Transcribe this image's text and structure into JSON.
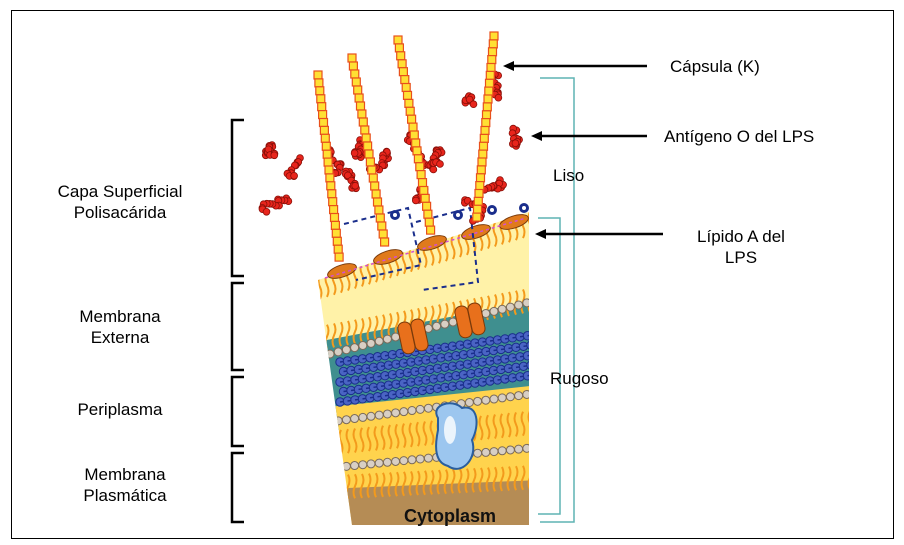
{
  "left_labels": {
    "capa": [
      "Capa Superficial",
      "Polisacárida"
    ],
    "membrana_externa": [
      "Membrana",
      "Externa"
    ],
    "periplasma": [
      "Periplasma"
    ],
    "membrana_plasmatica": [
      "Membrana",
      "Plasmática"
    ]
  },
  "right_labels": {
    "capsula": "Cápsula (K)",
    "antigeno": "Antígeno O del LPS",
    "lipido": [
      "Lípido A del",
      "LPS"
    ]
  },
  "middle_labels": {
    "liso": "Liso",
    "rugoso": "Rugoso"
  },
  "cytoplasm": "Cytoplasm",
  "colors": {
    "frame": "#000000",
    "bracket_teal": "#5fb3b3",
    "chain_red": "#e8251c",
    "capsule_yellow": "#ffe033",
    "capsule_orange": "#e8501c",
    "lipid_orange": "#f39a1c",
    "outer_band": "#fff2a8",
    "peptidoglycan": "#1a2e8c",
    "periplasm_teal": "#3f8f8f",
    "bead_grey": "#d8cfc4",
    "protein_blue": "#9cc6ef",
    "cytoplasm_brown": "#b58c55"
  }
}
